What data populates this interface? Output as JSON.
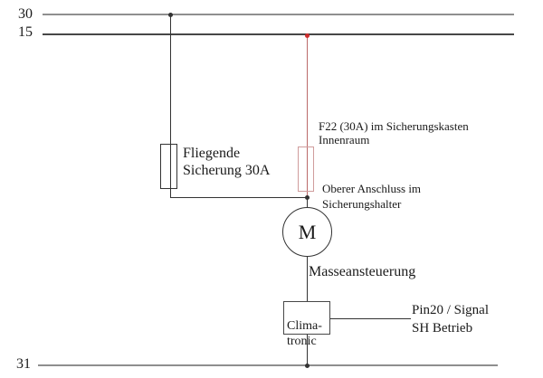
{
  "diagram": {
    "type": "automotive-wiring-schematic",
    "buses": {
      "top": {
        "label": "30"
      },
      "middle": {
        "label": "15"
      },
      "bottom": {
        "label": "31"
      }
    },
    "left_branch": {
      "fuse_label": "Fliegende\nSicherung 30A"
    },
    "right_branch": {
      "fuse_label": "F22 (30A) im Sicherungskasten\nInnenraum",
      "junction_note": "Oberer Anschluss im\nSicherungshalter"
    },
    "motor": {
      "label": "M"
    },
    "ground_control": {
      "label": "Masseansteuerung"
    },
    "climatronic": {
      "label": "Clima-\ntronic"
    },
    "signal": {
      "label": "Pin20 / Signal\nSH Betrieb"
    }
  },
  "colors": {
    "wire_black": "#333333",
    "wire_red": "#bb6a6a",
    "fuse_red_border": "#d09c9c",
    "dot_red": "#cf2e2e",
    "bus_gray": "#8f8f8f",
    "bus_dark": "#474747"
  }
}
